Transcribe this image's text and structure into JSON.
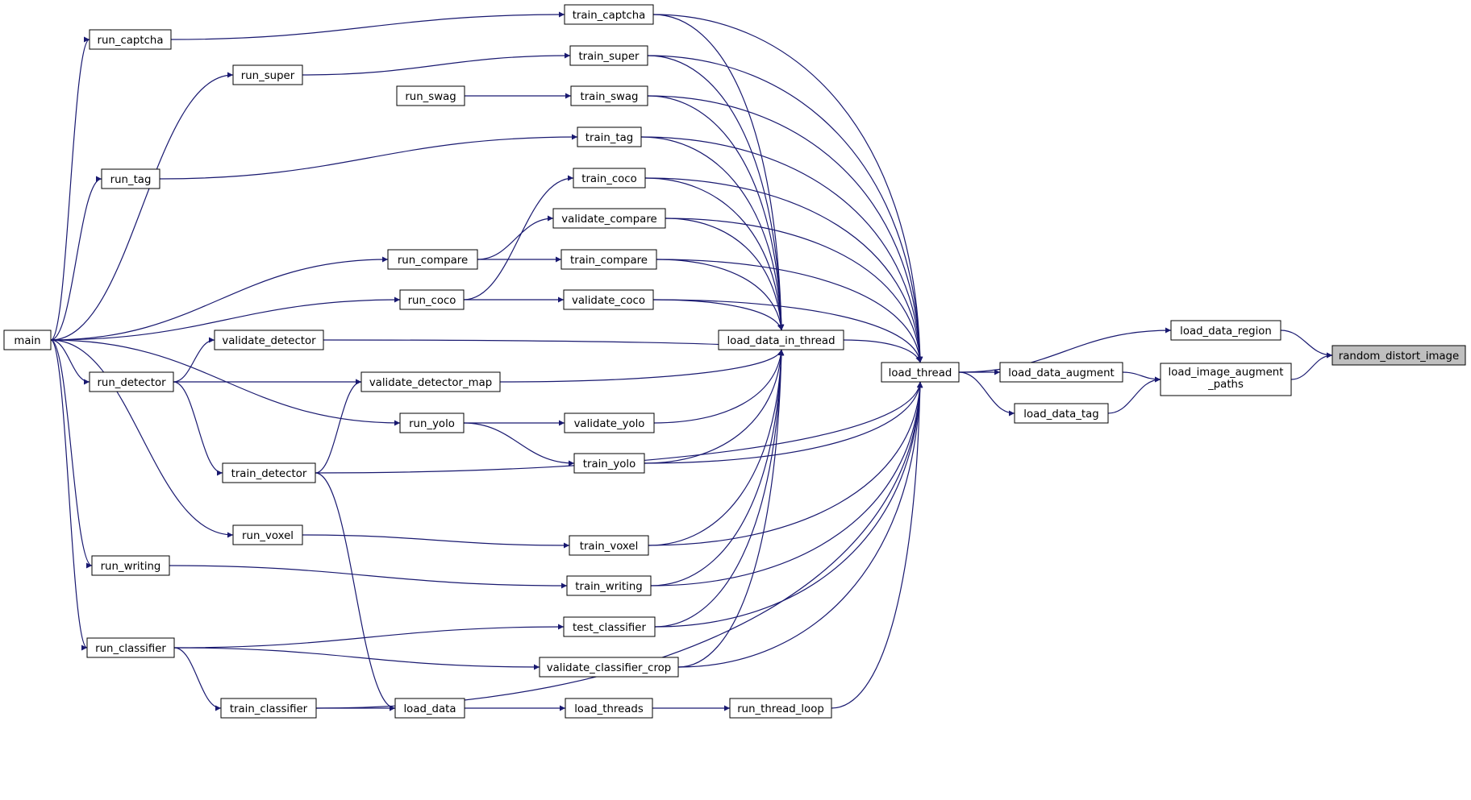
{
  "colors": {
    "edge": "#191970",
    "node_border": "#000000",
    "node_fill": "#ffffff",
    "highlight_fill": "#bfbfbf"
  },
  "nodes": {
    "random_distort_image": {
      "label": "random_distort_image",
      "highlight": true
    },
    "load_data_region": {
      "label": "load_data_region"
    },
    "load_image_augment_paths": {
      "label": "load_image_augment",
      "label2": "_paths"
    },
    "load_thread": {
      "label": "load_thread"
    },
    "load_data_augment": {
      "label": "load_data_augment"
    },
    "load_data_tag": {
      "label": "load_data_tag"
    },
    "load_data_in_thread": {
      "label": "load_data_in_thread"
    },
    "run_thread_loop": {
      "label": "run_thread_loop"
    },
    "load_threads": {
      "label": "load_threads"
    },
    "load_data": {
      "label": "load_data"
    },
    "train_captcha": {
      "label": "train_captcha"
    },
    "train_super": {
      "label": "train_super"
    },
    "train_swag": {
      "label": "train_swag"
    },
    "train_tag": {
      "label": "train_tag"
    },
    "train_coco": {
      "label": "train_coco"
    },
    "validate_compare": {
      "label": "validate_compare"
    },
    "train_compare": {
      "label": "train_compare"
    },
    "validate_coco": {
      "label": "validate_coco"
    },
    "validate_yolo": {
      "label": "validate_yolo"
    },
    "train_yolo": {
      "label": "train_yolo"
    },
    "train_voxel": {
      "label": "train_voxel"
    },
    "train_writing": {
      "label": "train_writing"
    },
    "test_classifier": {
      "label": "test_classifier"
    },
    "validate_classifier_crop": {
      "label": "validate_classifier_crop"
    },
    "validate_detector_map": {
      "label": "validate_detector_map"
    },
    "validate_detector": {
      "label": "validate_detector"
    },
    "run_captcha": {
      "label": "run_captcha"
    },
    "run_super": {
      "label": "run_super"
    },
    "run_swag": {
      "label": "run_swag"
    },
    "run_tag": {
      "label": "run_tag"
    },
    "run_compare": {
      "label": "run_compare"
    },
    "run_coco": {
      "label": "run_coco"
    },
    "run_detector": {
      "label": "run_detector"
    },
    "run_yolo": {
      "label": "run_yolo"
    },
    "train_detector": {
      "label": "train_detector"
    },
    "run_voxel": {
      "label": "run_voxel"
    },
    "run_writing": {
      "label": "run_writing"
    },
    "run_classifier": {
      "label": "run_classifier"
    },
    "train_classifier": {
      "label": "train_classifier"
    },
    "main": {
      "label": "main"
    }
  },
  "edges": [
    [
      "load_data_region",
      "random_distort_image"
    ],
    [
      "load_image_augment_paths",
      "random_distort_image"
    ],
    [
      "load_thread",
      "load_data_region"
    ],
    [
      "load_data_augment",
      "load_image_augment_paths"
    ],
    [
      "load_data_tag",
      "load_image_augment_paths"
    ],
    [
      "load_thread",
      "load_data_augment"
    ],
    [
      "load_thread",
      "load_data_tag"
    ],
    [
      "load_data_in_thread",
      "load_thread"
    ],
    [
      "run_thread_loop",
      "load_thread"
    ],
    [
      "train_captcha",
      "load_thread"
    ],
    [
      "train_super",
      "load_thread"
    ],
    [
      "train_swag",
      "load_thread"
    ],
    [
      "train_tag",
      "load_thread"
    ],
    [
      "train_coco",
      "load_thread"
    ],
    [
      "validate_compare",
      "load_thread"
    ],
    [
      "train_compare",
      "load_thread"
    ],
    [
      "validate_coco",
      "load_thread"
    ],
    [
      "train_yolo",
      "load_thread"
    ],
    [
      "train_detector",
      "load_thread"
    ],
    [
      "train_voxel",
      "load_thread"
    ],
    [
      "train_writing",
      "load_thread"
    ],
    [
      "test_classifier",
      "load_thread"
    ],
    [
      "validate_classifier_crop",
      "load_thread"
    ],
    [
      "train_classifier",
      "load_thread"
    ],
    [
      "load_threads",
      "run_thread_loop"
    ],
    [
      "load_data",
      "load_threads"
    ],
    [
      "train_classifier",
      "load_data"
    ],
    [
      "train_detector",
      "load_data"
    ],
    [
      "train_captcha",
      "load_data_in_thread"
    ],
    [
      "train_super",
      "load_data_in_thread"
    ],
    [
      "train_swag",
      "load_data_in_thread"
    ],
    [
      "train_tag",
      "load_data_in_thread"
    ],
    [
      "train_coco",
      "load_data_in_thread"
    ],
    [
      "validate_compare",
      "load_data_in_thread"
    ],
    [
      "train_compare",
      "load_data_in_thread"
    ],
    [
      "validate_coco",
      "load_data_in_thread"
    ],
    [
      "validate_detector",
      "load_data_in_thread"
    ],
    [
      "validate_detector_map",
      "load_data_in_thread"
    ],
    [
      "validate_yolo",
      "load_data_in_thread"
    ],
    [
      "train_yolo",
      "load_data_in_thread"
    ],
    [
      "train_voxel",
      "load_data_in_thread"
    ],
    [
      "train_writing",
      "load_data_in_thread"
    ],
    [
      "test_classifier",
      "load_data_in_thread"
    ],
    [
      "validate_classifier_crop",
      "load_data_in_thread"
    ],
    [
      "run_captcha",
      "train_captcha"
    ],
    [
      "run_super",
      "train_super"
    ],
    [
      "run_swag",
      "train_swag"
    ],
    [
      "run_tag",
      "train_tag"
    ],
    [
      "run_coco",
      "train_coco"
    ],
    [
      "run_compare",
      "validate_compare"
    ],
    [
      "run_compare",
      "train_compare"
    ],
    [
      "run_coco",
      "validate_coco"
    ],
    [
      "run_detector",
      "validate_detector"
    ],
    [
      "run_detector",
      "validate_detector_map"
    ],
    [
      "train_detector",
      "validate_detector_map"
    ],
    [
      "run_yolo",
      "validate_yolo"
    ],
    [
      "run_yolo",
      "train_yolo"
    ],
    [
      "run_voxel",
      "train_voxel"
    ],
    [
      "run_writing",
      "train_writing"
    ],
    [
      "run_classifier",
      "test_classifier"
    ],
    [
      "run_classifier",
      "validate_classifier_crop"
    ],
    [
      "run_detector",
      "train_detector"
    ],
    [
      "run_classifier",
      "train_classifier"
    ],
    [
      "main",
      "run_captcha"
    ],
    [
      "main",
      "run_super"
    ],
    [
      "main",
      "run_tag"
    ],
    [
      "main",
      "run_compare"
    ],
    [
      "main",
      "run_coco"
    ],
    [
      "main",
      "run_detector"
    ],
    [
      "main",
      "run_yolo"
    ],
    [
      "main",
      "run_voxel"
    ],
    [
      "main",
      "run_writing"
    ],
    [
      "main",
      "run_classifier"
    ]
  ]
}
